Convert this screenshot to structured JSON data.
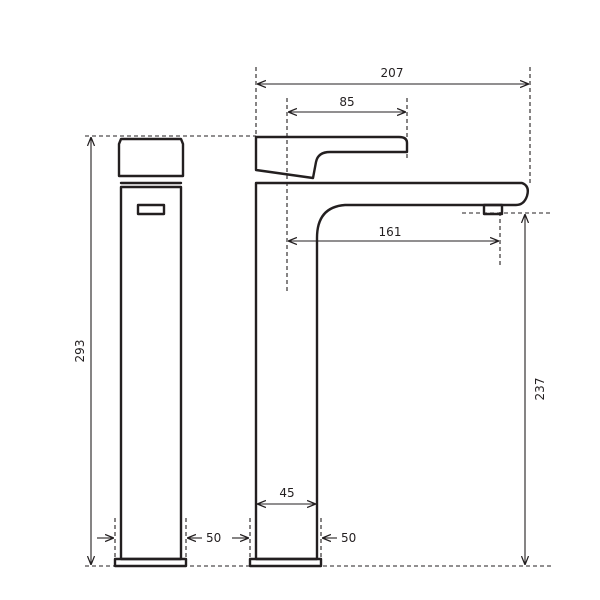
{
  "drawing": {
    "dimensions": {
      "overall_reach": "207",
      "lever_length": "85",
      "spout_reach": "161",
      "total_height": "293",
      "spout_height": "237",
      "body_width": "45",
      "base_front": "50",
      "base_side": "50"
    },
    "colors": {
      "ink": "#231f20",
      "background": "#ffffff"
    }
  }
}
